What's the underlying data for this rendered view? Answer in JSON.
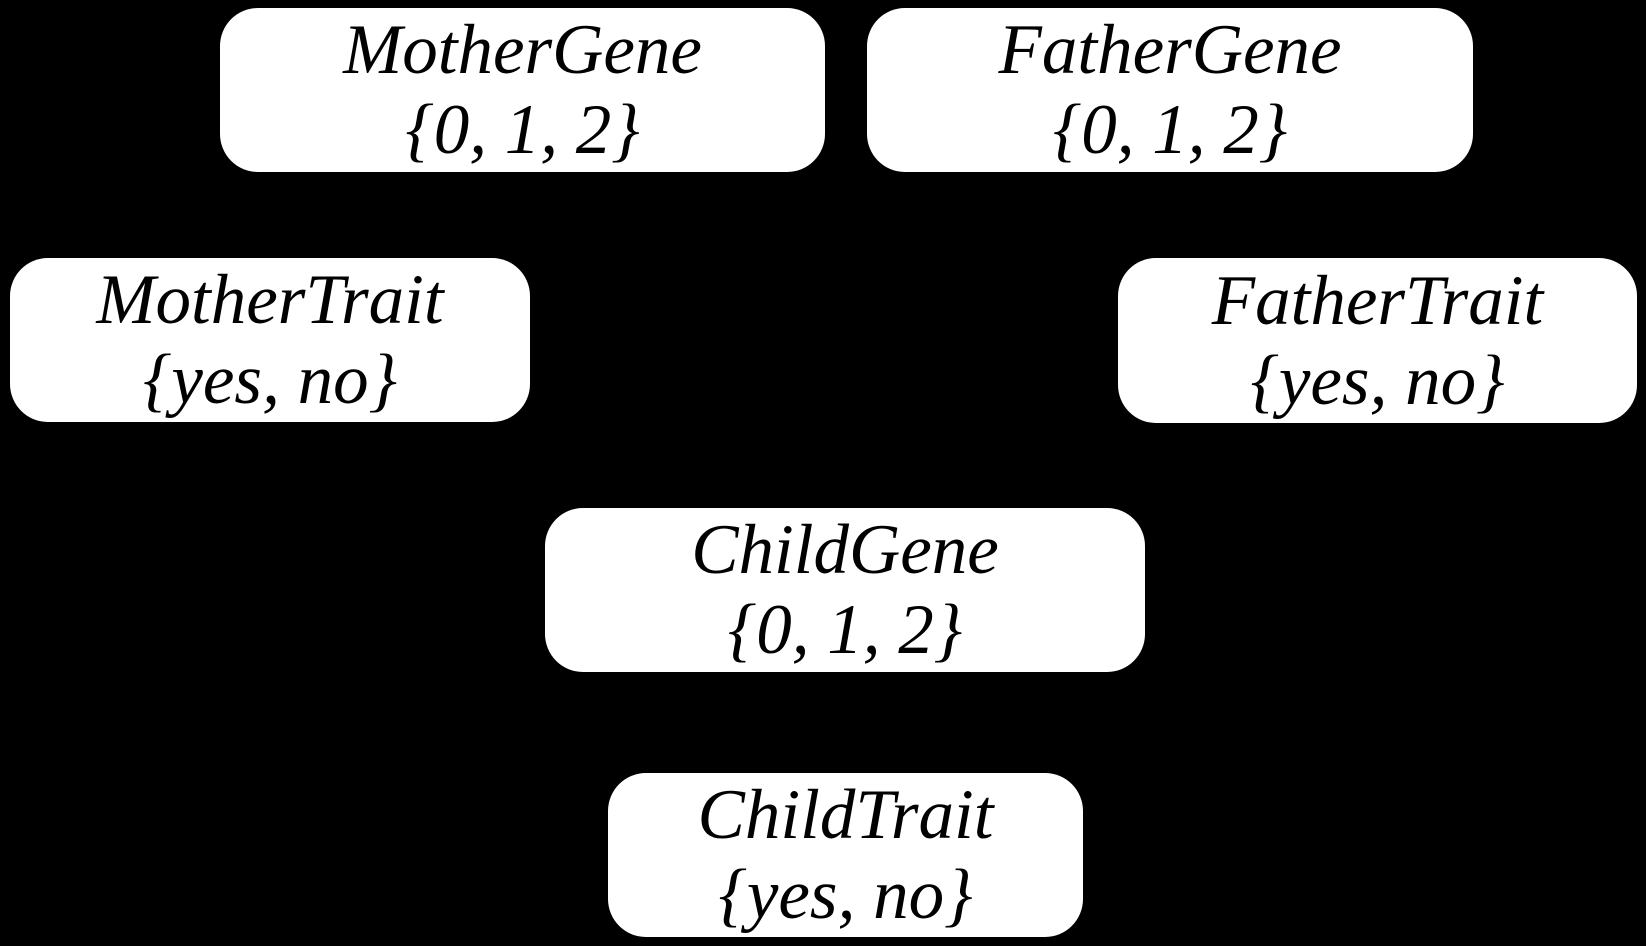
{
  "canvas": {
    "background_color": "#000000",
    "node_fill_color": "#ffffff",
    "node_text_color": "#000000"
  },
  "diagram": {
    "type": "bayesian-network",
    "nodes": [
      {
        "id": "mother-gene",
        "name": "MotherGene",
        "domain": "{0, 1, 2}"
      },
      {
        "id": "father-gene",
        "name": "FatherGene",
        "domain": "{0, 1, 2}"
      },
      {
        "id": "mother-trait",
        "name": "MotherTrait",
        "domain": "{yes, no}"
      },
      {
        "id": "father-trait",
        "name": "FatherTrait",
        "domain": "{yes, no}"
      },
      {
        "id": "child-gene",
        "name": "ChildGene",
        "domain": "{0, 1, 2}"
      },
      {
        "id": "child-trait",
        "name": "ChildTrait",
        "domain": "{yes, no}"
      }
    ]
  }
}
